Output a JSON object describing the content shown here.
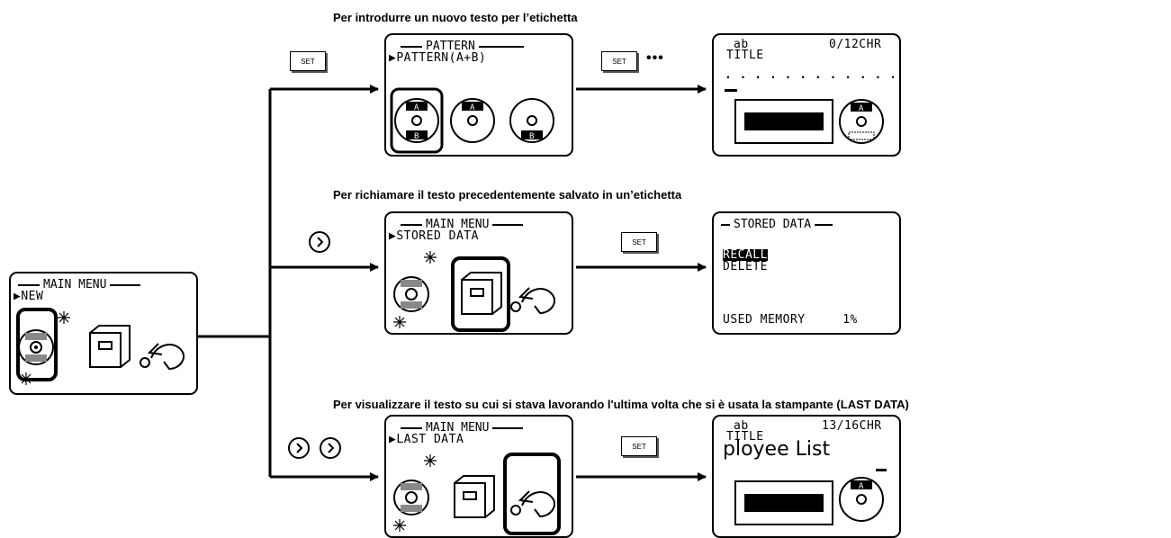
{
  "headings": {
    "new_text": "Per introdurre un nuovo testo per l’etichetta",
    "recall": "Per richiamare il testo precedentemente salvato in un’etichetta",
    "last_data": "Per visualizzare il testo su cui si stava lavorando l'ultima volta che si è usata la stampante (LAST DATA)"
  },
  "keys": {
    "set_label": "SET",
    "ellipsis": "•••"
  },
  "main_screen": {
    "title": "MAIN MENU",
    "selected": "▶NEW"
  },
  "pattern_screen": {
    "title": "PATTERN",
    "selected": "▶PATTERN(A+B)"
  },
  "title_screen_new": {
    "mode": "ab",
    "title": "TITLE",
    "counter": "0/12CHR",
    "entry": ". . . . . . . . . . . ."
  },
  "stored_menu_screen": {
    "title": "MAIN MENU",
    "selected": "▶STORED DATA"
  },
  "stored_data_screen": {
    "title": "STORED DATA",
    "item_recall": "RECALL",
    "item_delete": "DELETE",
    "memory": "USED MEMORY     1%"
  },
  "last_menu_screen": {
    "title": "MAIN MENU",
    "selected": "▶LAST DATA"
  },
  "title_screen_last": {
    "mode": "ab",
    "title": "TITLE",
    "counter": "13/16CHR",
    "text": "ployee List"
  }
}
